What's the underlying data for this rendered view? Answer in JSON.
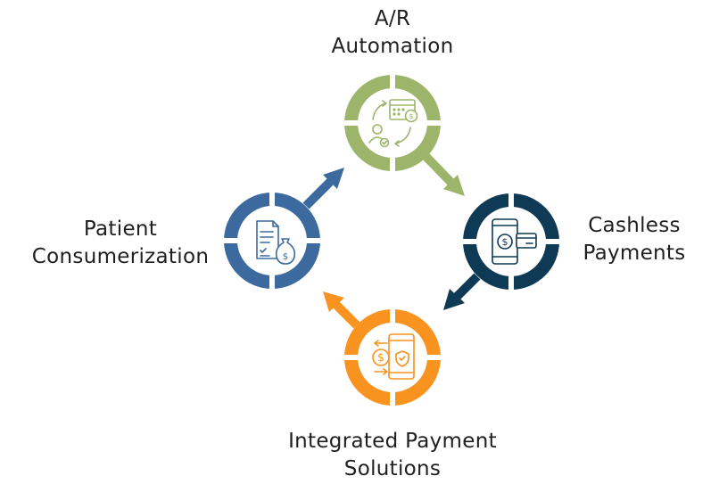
{
  "nodes": {
    "automation": {
      "label_lines": [
        "A/R",
        "Automation"
      ],
      "color": "#9cb56a",
      "icon": "calendar-payment-cycle-icon"
    },
    "cashless": {
      "label_lines": [
        "Cashless",
        "Payments"
      ],
      "color": "#0f3a55",
      "icon": "mobile-payment-icon"
    },
    "integrated": {
      "label_lines": [
        "Integrated Payment",
        "Solutions"
      ],
      "color": "#f7931e",
      "icon": "phone-transfer-shield-icon"
    },
    "patient": {
      "label_lines": [
        "Patient",
        "Consumerization"
      ],
      "color": "#3c6a9f",
      "icon": "invoice-money-bag-icon"
    }
  }
}
